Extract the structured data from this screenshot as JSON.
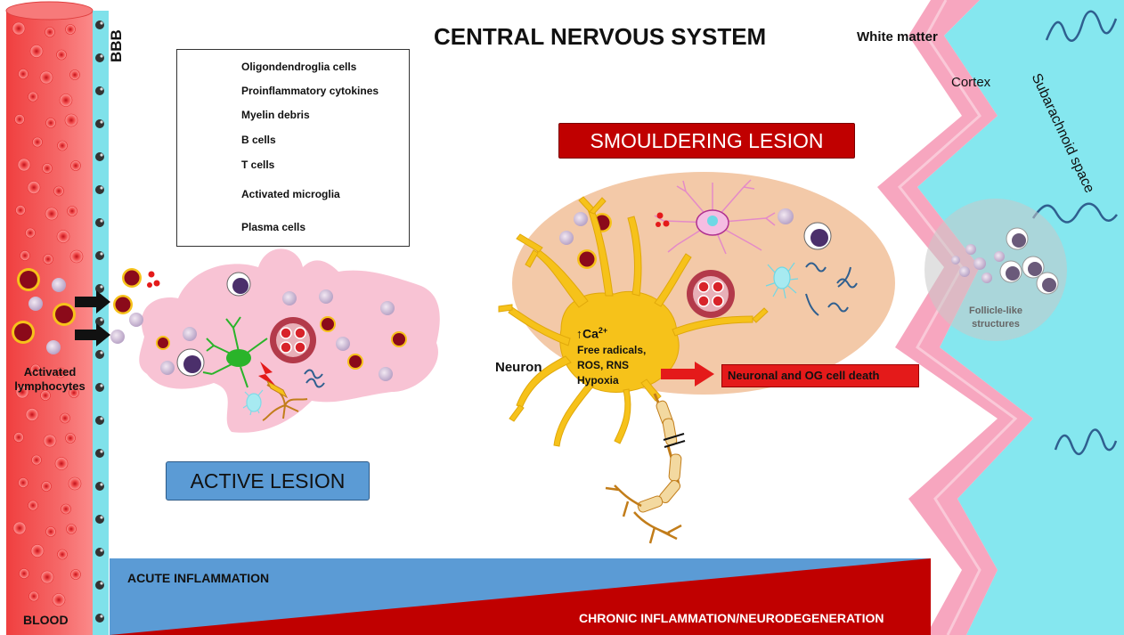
{
  "title": "CENTRAL NERVOUS SYSTEM",
  "labels": {
    "white_matter": "White matter",
    "cortex": "Cortex",
    "subarachnoid": "Subarachnoid space",
    "follicle": "Follicle-like structures",
    "bbb": "BBB",
    "blood": "BLOOD",
    "activated_lymphocytes": "Activated lymphocytes",
    "neuron": "Neuron",
    "ca_prefix": "↑Ca",
    "ca_sup": "2+",
    "stress_lines": [
      "Free radicals,",
      "ROS, RNS",
      "Hypoxia"
    ],
    "cell_death": "Neuronal and OG cell death"
  },
  "banners": {
    "smouldering": "SMOULDERING LESION",
    "active": "ACTIVE LESION"
  },
  "bottom": {
    "acute": "ACUTE INFLAMMATION",
    "chronic": "CHRONIC INFLAMMATION/NEURODEGENERATION"
  },
  "legend": [
    {
      "icon": "oligodendroglia-icon",
      "label": "Oligondendroglia cells"
    },
    {
      "icon": "cytokines-icon",
      "label": "Proinflammatory cytokines"
    },
    {
      "icon": "myelin-debris-icon",
      "label": "Myelin debris"
    },
    {
      "icon": "b-cell-icon",
      "label": "B cells"
    },
    {
      "icon": "t-cell-icon",
      "label": "T cells"
    },
    {
      "icon": "microglia-icon",
      "label": "Activated microglia"
    },
    {
      "icon": "plasma-cell-icon",
      "label": "Plasma cells"
    }
  ],
  "colors": {
    "blood": "#f4504f",
    "bbb": "#7fe1ea",
    "cortex": "#f7a6bf",
    "subarachnoid": "#85e7ef",
    "active_lesion": "#f8c3d4",
    "smouldering_lesion": "#f3c9a8",
    "neuron": "#f6c21a",
    "acute_band": "#5b9bd5",
    "chronic_band": "#c00000",
    "smouldering_banner": "#c00000",
    "active_banner": "#5b9bd5"
  }
}
